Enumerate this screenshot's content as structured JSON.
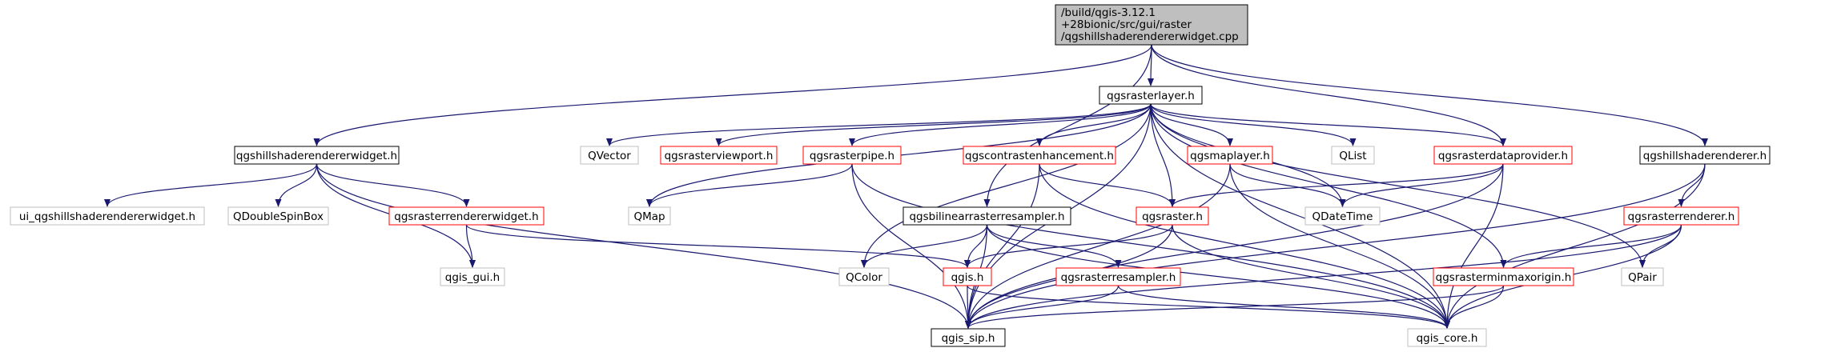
{
  "diagram": {
    "root_label": [
      "/build/qgis-3.12.1",
      "+28bionic/src/gui/raster",
      "/qgshillshaderendererwidget.cpp"
    ],
    "colors": {
      "edge": "#191970",
      "root_fill": "#bfbfbf",
      "normal_border": "#000000",
      "red_border": "#ff0000",
      "grey_border": "#bfbfbf",
      "grey_text": "#7f7f7f"
    },
    "nodes": [
      {
        "id": "root",
        "label": "/build/qgis-3.12.1 +28bionic/src/gui/raster /qgshillshaderendererwidget.cpp",
        "style": "root"
      },
      {
        "id": "qgsrasterlayer",
        "label": "qgsrasterlayer.h",
        "style": "normal"
      },
      {
        "id": "qgshillshaderendererwidget",
        "label": "qgshillshaderendererwidget.h",
        "style": "normal"
      },
      {
        "id": "qgshillshaderenderer",
        "label": "qgshillshaderenderer.h",
        "style": "normal"
      },
      {
        "id": "qgsbilinear",
        "label": "qgsbilinearrasterresampler.h",
        "style": "normal"
      },
      {
        "id": "qgis_sip",
        "label": "qgis_sip.h",
        "style": "normal"
      },
      {
        "id": "qvector",
        "label": "QVector",
        "style": "grey"
      },
      {
        "id": "qgsrasterviewport",
        "label": "qgsrasterviewport.h",
        "style": "red"
      },
      {
        "id": "qgsrasterpipe",
        "label": "qgsrasterpipe.h",
        "style": "red"
      },
      {
        "id": "qgscontrast",
        "label": "qgscontrastenhancement.h",
        "style": "red"
      },
      {
        "id": "qgsmaplayer",
        "label": "qgsmaplayer.h",
        "style": "red"
      },
      {
        "id": "qlist",
        "label": "QList",
        "style": "grey"
      },
      {
        "id": "qgsrasterdataprovider",
        "label": "qgsrasterdataprovider.h",
        "style": "red"
      },
      {
        "id": "ui_widget",
        "label": "ui_qgshillshaderendererwidget.h",
        "style": "grey"
      },
      {
        "id": "qdoublespinbox",
        "label": "QDoubleSpinBox",
        "style": "grey"
      },
      {
        "id": "qgsrasterrendererwidget",
        "label": "qgsrasterrendererwidget.h",
        "style": "red"
      },
      {
        "id": "qmap",
        "label": "QMap",
        "style": "grey"
      },
      {
        "id": "qgsraster",
        "label": "qgsraster.h",
        "style": "red"
      },
      {
        "id": "qdatetime",
        "label": "QDateTime",
        "style": "grey"
      },
      {
        "id": "qgsrasterrenderer",
        "label": "qgsrasterrenderer.h",
        "style": "red"
      },
      {
        "id": "qgis_gui",
        "label": "qgis_gui.h",
        "style": "grey"
      },
      {
        "id": "qcolor",
        "label": "QColor",
        "style": "grey"
      },
      {
        "id": "qgis",
        "label": "qgis.h",
        "style": "red"
      },
      {
        "id": "qgsrasterresampler",
        "label": "qgsrasterresampler.h",
        "style": "red"
      },
      {
        "id": "qgsrasterminmaxorigin",
        "label": "qgsrasterminmaxorigin.h",
        "style": "red"
      },
      {
        "id": "qpair",
        "label": "QPair",
        "style": "grey"
      },
      {
        "id": "qgis_core",
        "label": "qgis_core.h",
        "style": "grey"
      }
    ],
    "edges": [
      [
        "root",
        "qgsrasterlayer"
      ],
      [
        "root",
        "qgshillshaderendererwidget"
      ],
      [
        "root",
        "qgshillshaderenderer"
      ],
      [
        "root",
        "qgsbilinear"
      ],
      [
        "root",
        "qgsrasterdataprovider"
      ],
      [
        "qgshillshaderendererwidget",
        "ui_widget"
      ],
      [
        "qgshillshaderendererwidget",
        "qdoublespinbox"
      ],
      [
        "qgshillshaderendererwidget",
        "qgsrasterrendererwidget"
      ],
      [
        "qgshillshaderendererwidget",
        "qgis_gui"
      ],
      [
        "qgshillshaderendererwidget",
        "qgis_sip"
      ],
      [
        "qgsrasterrendererwidget",
        "qgis_gui"
      ],
      [
        "qgsrasterrendererwidget",
        "qgis"
      ],
      [
        "qgsrasterlayer",
        "qvector"
      ],
      [
        "qgsrasterlayer",
        "qgsrasterviewport"
      ],
      [
        "qgsrasterlayer",
        "qgsrasterpipe"
      ],
      [
        "qgsrasterlayer",
        "qgscontrast"
      ],
      [
        "qgsrasterlayer",
        "qgsmaplayer"
      ],
      [
        "qgsrasterlayer",
        "qlist"
      ],
      [
        "qgsrasterlayer",
        "qgsrasterdataprovider"
      ],
      [
        "qgsrasterlayer",
        "qmap"
      ],
      [
        "qgsrasterlayer",
        "qgsraster"
      ],
      [
        "qgsrasterlayer",
        "qdatetime"
      ],
      [
        "qgsrasterlayer",
        "qcolor"
      ],
      [
        "qgsrasterlayer",
        "qgsrasterminmaxorigin"
      ],
      [
        "qgsrasterlayer",
        "qpair"
      ],
      [
        "qgsrasterlayer",
        "qgis_sip"
      ],
      [
        "qgsrasterlayer",
        "qgis_core"
      ],
      [
        "qgsrasterpipe",
        "qmap"
      ],
      [
        "qgsrasterpipe",
        "qgis_sip"
      ],
      [
        "qgsrasterpipe",
        "qgis_core"
      ],
      [
        "qgscontrast",
        "qgsraster"
      ],
      [
        "qgscontrast",
        "qgis_sip"
      ],
      [
        "qgscontrast",
        "qgis_core"
      ],
      [
        "qgsmaplayer",
        "qdatetime"
      ],
      [
        "qgsmaplayer",
        "qgis_sip"
      ],
      [
        "qgsmaplayer",
        "qgis_core"
      ],
      [
        "qgsrasterdataprovider",
        "qgsraster"
      ],
      [
        "qgsrasterdataprovider",
        "qdatetime"
      ],
      [
        "qgsrasterdataprovider",
        "qgis_sip"
      ],
      [
        "qgsrasterdataprovider",
        "qgis_core"
      ],
      [
        "qgsbilinear",
        "qcolor"
      ],
      [
        "qgsbilinear",
        "qgis"
      ],
      [
        "qgsbilinear",
        "qgsrasterresampler"
      ],
      [
        "qgsbilinear",
        "qgis_sip"
      ],
      [
        "qgsbilinear",
        "qgis_core"
      ],
      [
        "qgsraster",
        "qgis"
      ],
      [
        "qgsraster",
        "qgis_sip"
      ],
      [
        "qgsraster",
        "qgis_core"
      ],
      [
        "qgis",
        "qgis_sip"
      ],
      [
        "qgis",
        "qgis_core"
      ],
      [
        "qgsrasterresampler",
        "qgis_sip"
      ],
      [
        "qgsrasterresampler",
        "qgis_core"
      ],
      [
        "qgshillshaderenderer",
        "qgsrasterrenderer"
      ],
      [
        "qgshillshaderenderer",
        "qgis_sip"
      ],
      [
        "qgshillshaderenderer",
        "qgis_core"
      ],
      [
        "qgsrasterrenderer",
        "qgsrasterminmaxorigin"
      ],
      [
        "qgsrasterrenderer",
        "qpair"
      ],
      [
        "qgsrasterrenderer",
        "qgis_sip"
      ],
      [
        "qgsrasterrenderer",
        "qgis_core"
      ],
      [
        "qgsrasterminmaxorigin",
        "qgis_sip"
      ],
      [
        "qgsrasterminmaxorigin",
        "qgis_core"
      ]
    ]
  }
}
